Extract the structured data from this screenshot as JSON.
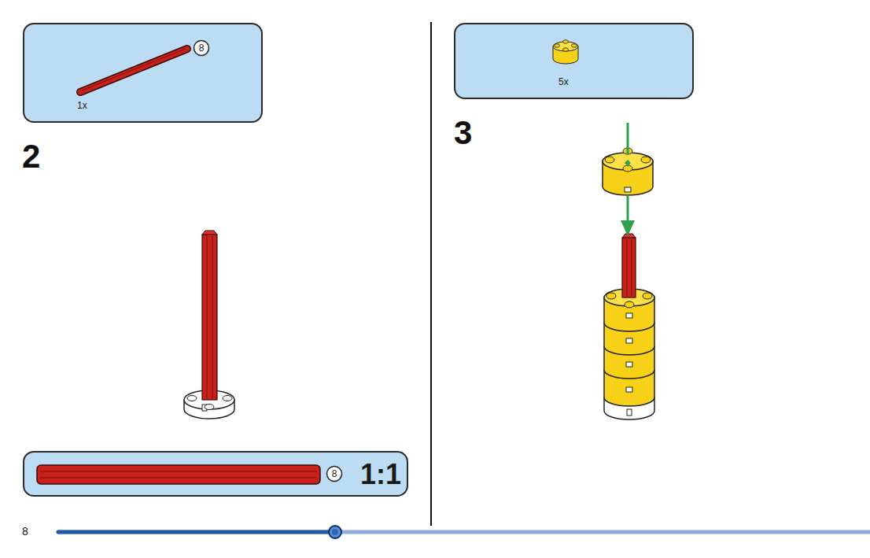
{
  "diagram": {
    "nodes": [
      {
        "text": [
          "1x"
        ]
      },
      {
        "text": [
          "8"
        ],
        "in": 0
      },
      {
        "text": [
          "1:1"
        ]
      },
      {
        "text": [
          "8"
        ],
        "in": 2
      },
      {
        "text": [
          "5x"
        ]
      }
    ],
    "labels": [
      "2",
      "3",
      "8"
    ]
  }
}
